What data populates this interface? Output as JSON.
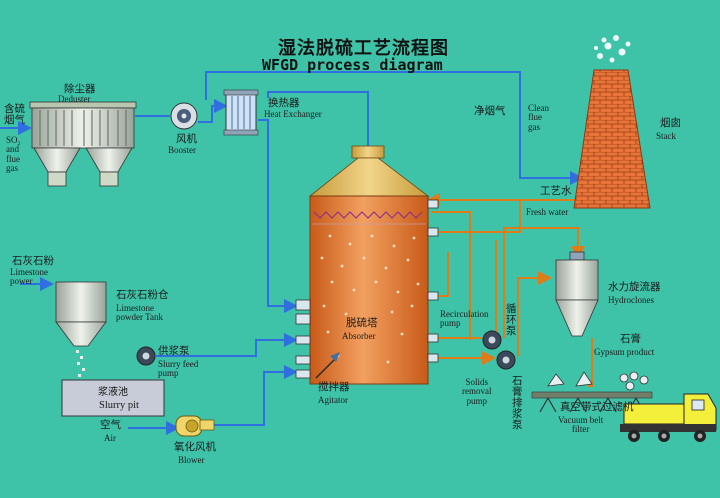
{
  "title": {
    "zh": "湿法脱硫工艺流程图",
    "en": "WFGD process diagram"
  },
  "labels": {
    "flue_in_zh": "含硫\n烟气",
    "flue_in_en": "SO₂\nand\nflue\ngas",
    "deduster_zh": "除尘器",
    "deduster_en": "Deduster",
    "booster_zh": "风机",
    "booster_en": "Booster",
    "hx_zh": "换热器",
    "hx_en": "Heat Exchanger",
    "clean_gas_zh": "净烟气",
    "clean_gas_en": "Clean\nflue\ngas",
    "stack_zh": "烟囱",
    "stack_en": "Stack",
    "fresh_water_zh": "工艺水",
    "fresh_water_en": "Fresh water",
    "limestone_zh": "石灰石粉",
    "limestone_en": "Limestone\npower",
    "tank_zh": "石灰石粉仓",
    "tank_en": "Limestone\npowder Tank",
    "hydro_zh": "水力旋流器",
    "hydro_en": "Hydroclones",
    "recirc_en": "Recirculation\npump",
    "recirc_zh": "循\n环\n泵",
    "absorber_zh": "脱硫塔",
    "absorber_en": "Absorber",
    "gypsum_zh": "石膏",
    "gypsum_en": "Gypsum product",
    "slurry_feed_zh": "供浆泵",
    "slurry_feed_en": "Slurry feed\npump",
    "solids_en": "Solids\nremoval\npump",
    "solids_zh": "石\n膏\n排\n浆\n泵",
    "pit_zh": "浆液池",
    "pit_en": "Slurry pit",
    "agitator_zh": "搅拌器",
    "agitator_en": "Agitator",
    "belt_zh": "真空带式过滤机",
    "belt_en": "Vacuum belt\nfilter",
    "air_zh": "空气",
    "air_en": "Air",
    "blower_zh": "氧化风机",
    "blower_en": "Blower"
  },
  "colors": {
    "background": "#3fc3a8",
    "flow_blue": "#2f6fe0",
    "flow_orange": "#e07c18",
    "absorber_fill": "#e98a3a",
    "stack_brick": "#e8743a",
    "equipment": "#d9e6d2"
  }
}
